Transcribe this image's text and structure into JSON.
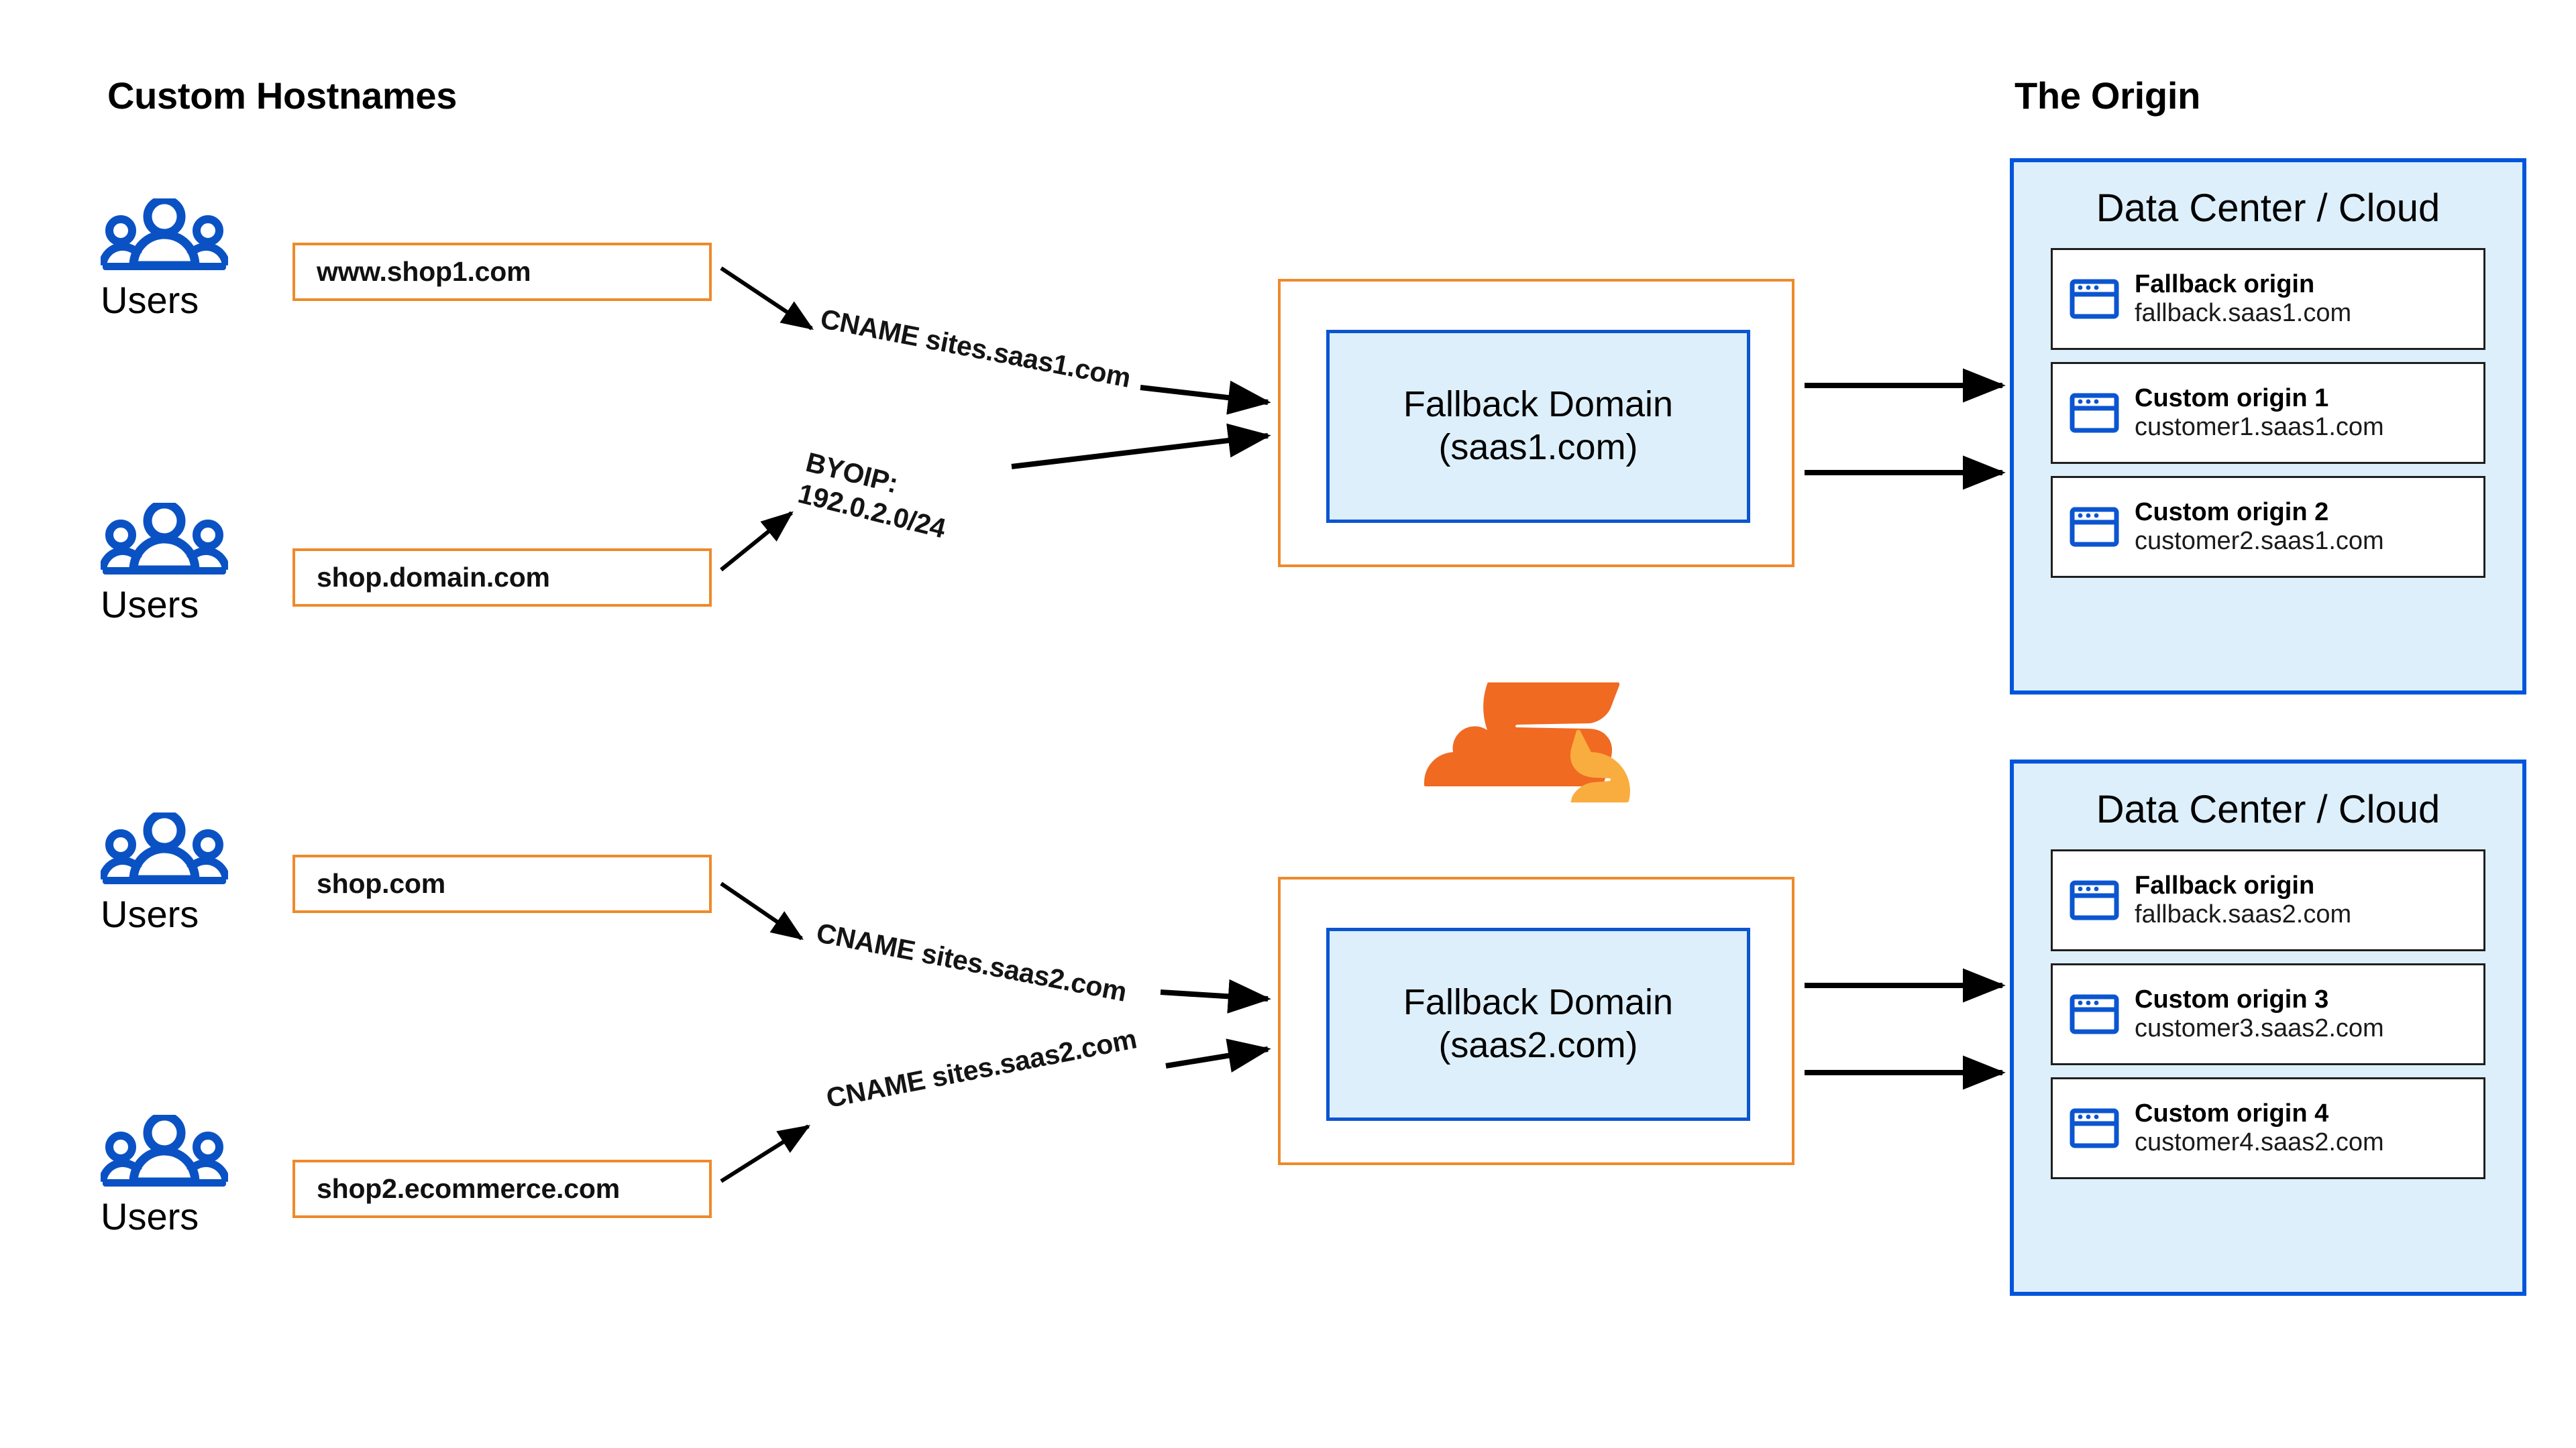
{
  "headings": {
    "left": "Custom Hostnames",
    "right": "The Origin"
  },
  "colors": {
    "orange_border": "#EE8A2B",
    "blue_border": "#0055DC",
    "blue_fill": "#DDEFFA",
    "users_icon_blue": "#0A52C4",
    "cloudflare_orange_dark": "#F06A22",
    "cloudflare_orange_light": "#FAAD3F",
    "arrow_black": "#000000"
  },
  "users": [
    {
      "icon": "users-group-icon",
      "label": "Users"
    },
    {
      "icon": "users-group-icon",
      "label": "Users"
    },
    {
      "icon": "users-group-icon",
      "label": "Users"
    },
    {
      "icon": "users-group-icon",
      "label": "Users"
    }
  ],
  "hostnames": [
    {
      "value": "www.shop1.com"
    },
    {
      "value": "shop.domain.com"
    },
    {
      "value": "shop.com"
    },
    {
      "value": "shop2.ecommerce.com"
    }
  ],
  "arrow_labels": [
    {
      "line1": "CNAME sites.saas1.com",
      "line2": ""
    },
    {
      "line1": "BYOIP:",
      "line2": "192.0.2.0/24"
    },
    {
      "line1": "CNAME sites.saas2.com",
      "line2": ""
    },
    {
      "line1": "CNAME sites.saas2.com",
      "line2": ""
    }
  ],
  "fallback_domains": [
    {
      "title": "Fallback Domain",
      "domain": "(saas1.com)"
    },
    {
      "title": "Fallback Domain",
      "domain": "(saas2.com)"
    }
  ],
  "datacenters": [
    {
      "title": "Data Center / Cloud",
      "origins": [
        {
          "icon": "browser-window-icon",
          "name": "Fallback origin",
          "host": "fallback.saas1.com"
        },
        {
          "icon": "browser-window-icon",
          "name": "Custom origin 1",
          "host": "customer1.saas1.com"
        },
        {
          "icon": "browser-window-icon",
          "name": "Custom origin 2",
          "host": "customer2.saas1.com"
        }
      ]
    },
    {
      "title": "Data Center / Cloud",
      "origins": [
        {
          "icon": "browser-window-icon",
          "name": "Fallback origin",
          "host": "fallback.saas2.com"
        },
        {
          "icon": "browser-window-icon",
          "name": "Custom origin 3",
          "host": "customer3.saas2.com"
        },
        {
          "icon": "browser-window-icon",
          "name": "Custom origin 4",
          "host": "customer4.saas2.com"
        }
      ]
    }
  ],
  "logo": {
    "name": "cloudflare-logo"
  }
}
